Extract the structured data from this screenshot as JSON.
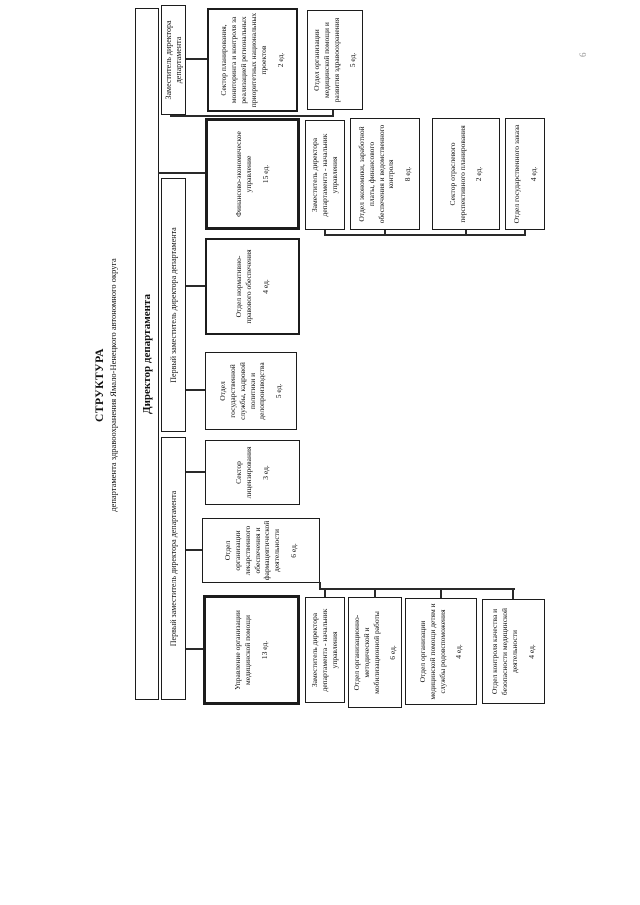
{
  "page_number": "6",
  "title": {
    "heading": "СТРУКТУРА",
    "subheading": "департамента здравоохранения Ямало-Ненецкого автономного округа"
  },
  "director": {
    "label": "Директор департамента"
  },
  "deputies": {
    "first_deputy_1": {
      "label": "Первый заместитель директора департамента"
    },
    "first_deputy_2": {
      "label": "Первый заместитель директора департамента"
    },
    "deputy": {
      "label": "Заместитель директора департамента"
    }
  },
  "boxes": {
    "upr_med": {
      "label": "Управление организации медицинской помощи",
      "count": "13 ед."
    },
    "lek": {
      "label": "Отдел организации лекарственного обеспечения и фармацевтической деятельности",
      "count": "6 ед."
    },
    "licenz": {
      "label": "Сектор лицензирования",
      "count": "3 ед."
    },
    "zam_nach_lower": {
      "label": "Заместитель директора департамента - начальник управления"
    },
    "org_metod": {
      "label": "Отдел организационно-методической и мобилизационной работы",
      "count": "6 ед."
    },
    "detyam": {
      "label": "Отдел организации медицинской помощи детям и службы родовспоможения",
      "count": "4 ед."
    },
    "kontrol": {
      "label": "Отдел контроля качества и безопасности медицинской деятельности",
      "count": "4 ед."
    },
    "gossluzhba": {
      "label": "Отдел государственной службы, кадровой политики и делопроизводства",
      "count": "5 ед."
    },
    "normativ": {
      "label": "Отдел нормативно-правового обеспечения",
      "count": "4 ед."
    },
    "fin": {
      "label": "Финансово-экономическое управление",
      "count": "15 ед."
    },
    "zam_nach_upper": {
      "label": "Заместитель директора департамента - начальник управления"
    },
    "ekonomika": {
      "label": "Отдел экономики, заработной платы, финансового обеспечения и ведомственного контроля",
      "count": "8 ед."
    },
    "otraslevoe": {
      "label": "Сектор отраслевого перспективного планирования",
      "count": "2 ед."
    },
    "goszakaz": {
      "label": "Отдел государственного заказа",
      "count": "4 ед."
    },
    "sektor_plan": {
      "label": "Сектор планирования, мониторинга и контроля за реализацией региональных приоритетных национальных проектов",
      "count": "2 ед."
    },
    "razvitie": {
      "label": "Отдел организации медицинской помощи и развития здравоохранения",
      "count": "5 ед."
    }
  }
}
